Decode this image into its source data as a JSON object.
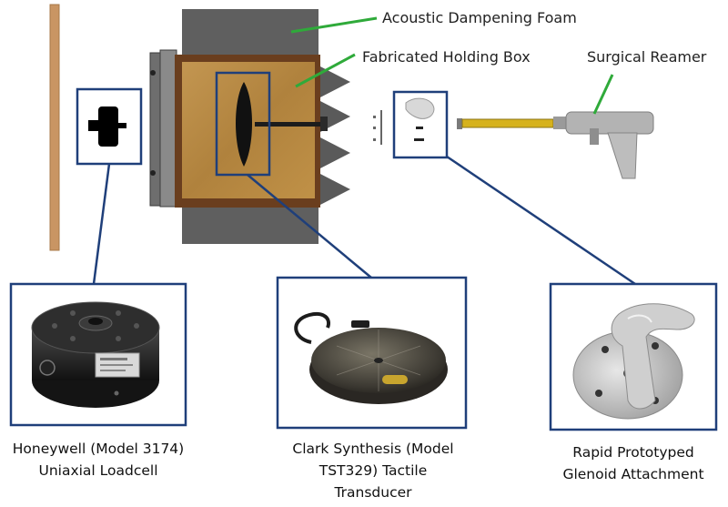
{
  "callouts": {
    "foam": "Acoustic Dampening Foam",
    "box": "Fabricated Holding Box",
    "reamer": "Surgical Reamer"
  },
  "captions": {
    "loadcell": [
      "Honeywell (Model 3174)",
      "Uniaxial Loadcell"
    ],
    "transducer": [
      "Clark Synthesis (Model",
      "TST329) Tactile",
      "Transducer"
    ],
    "glenoid": [
      "Rapid Prototyped",
      "Glenoid Attachment"
    ]
  },
  "colors": {
    "frame_blue": "#1f3f7a",
    "callout_green": "#2faa3a",
    "foam_gray": "#5f5f5f",
    "box_wood": "#b98c45",
    "stand_wood": "#c99563",
    "reamer_shaft": "#d6b21c",
    "reamer_body": "#a9a9a9"
  },
  "icons": {
    "loadcell_small": "loadcell-silhouette-icon",
    "transducer_small": "transducer-silhouette-icon",
    "glenoid_small": "glenoid-part-icon"
  }
}
